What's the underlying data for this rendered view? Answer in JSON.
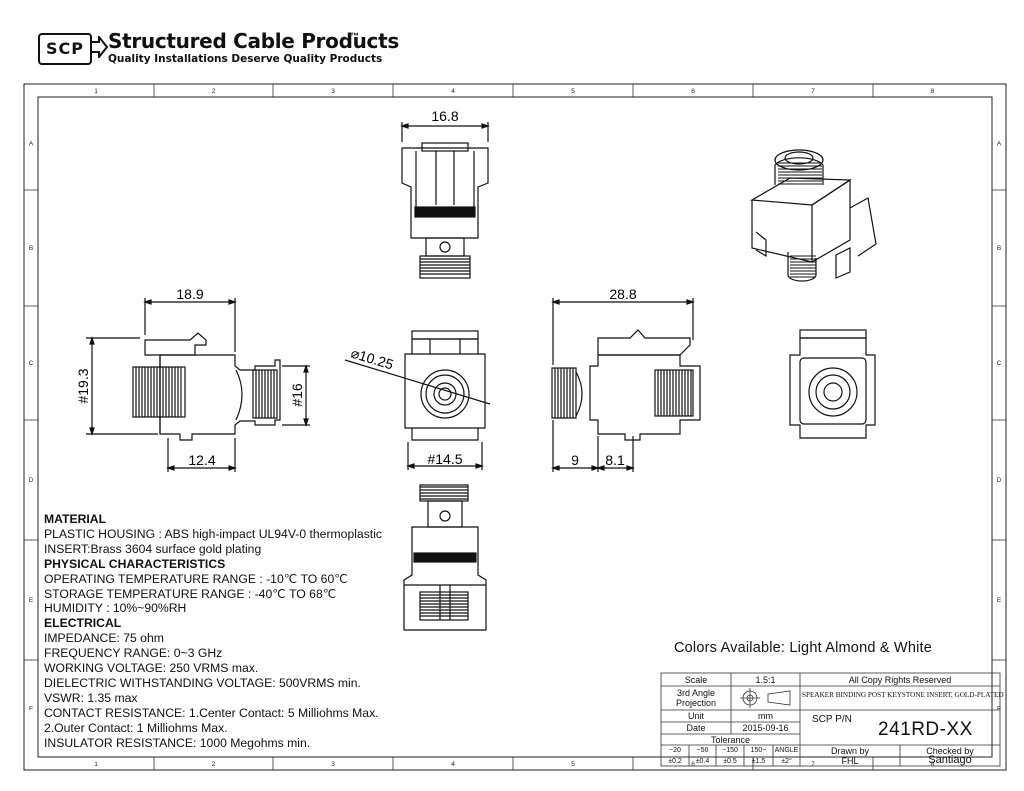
{
  "brand": {
    "logo": "SCP",
    "name": "Structured Cable Products",
    "trademark": "™",
    "tagline": "Quality Installations Deserve Quality Products"
  },
  "grid": {
    "columns": [
      "1",
      "2",
      "3",
      "4",
      "5",
      "6",
      "7",
      "8"
    ],
    "rows": [
      "A",
      "B",
      "C",
      "D",
      "E",
      "F"
    ]
  },
  "dimensions": {
    "top_width": "16.8",
    "side_length": "18.9",
    "side_height": "#19.3",
    "side_diameter": "#16",
    "side_thread": "12.4",
    "front_hole": "⌀10.25",
    "front_width": "#14.5",
    "right_length": "28.8",
    "right_thread_a": "9",
    "right_thread_b": "8.1"
  },
  "specs": {
    "material_heading": "MATERIAL",
    "housing": "PLASTIC HOUSING : ABS high-impact UL94V-0 thermoplastic",
    "insert": "INSERT:Brass 3604 surface gold plating",
    "physical_heading": "PHYSICAL CHARACTERISTICS",
    "operating": "OPERATING TEMPERATURE RANGE : -10℃  TO 60℃",
    "storage": "STORAGE TEMPERATURE RANGE : -40℃ TO 68℃",
    "humidity": "HUMIDITY : 10%~90%RH",
    "electrical_heading": "ELECTRICAL",
    "impedance": "IMPEDANCE: 75 ohm",
    "frequency": "FREQUENCY RANGE: 0~3 GHz",
    "working_voltage": "WORKING VOLTAGE: 250 VRMS max.",
    "dielectric": "DIELECTRIC WITHSTANDING VOLTAGE: 500VRMS min.",
    "vswr": "VSWR: 1.35 max",
    "contact_1": "CONTACT RESISTANCE: 1.Center Contact: 5 Milliohms Max.",
    "contact_2": "2.Outer Contact: 1 Milliohms Max.",
    "insulator": "INSULATOR RESISTANCE: 1000 Megohms min."
  },
  "colors_available": "Colors Available: Light Almond & White",
  "title_block": {
    "scale_label": "Scale",
    "scale_value": "1.5:1",
    "rights": "All Copy Rights Reserved",
    "projection_label_1": "3rd Angle",
    "projection_label_2": "Projection",
    "description": "SPEAKER BINDING POST KEYSTONE INSERT, GOLD-PLATED",
    "unit_label": "Unit",
    "unit_value": "mm",
    "date_label": "Date",
    "date_value": "2015-09-16",
    "part_label": "SCP P/N",
    "part_number": "241RD-XX",
    "tolerance_label": "Tolerance",
    "tol_ranges": [
      "~20",
      "~50",
      "~150",
      "150~",
      "ANGLE"
    ],
    "tol_values": [
      "±0.2",
      "±0.4",
      "±0.5",
      "±1.5",
      "±2°"
    ],
    "drawn_label": "Drawn by",
    "drawn_value": "FHL",
    "checked_label": "Checked by",
    "checked_value": "Santiago"
  }
}
